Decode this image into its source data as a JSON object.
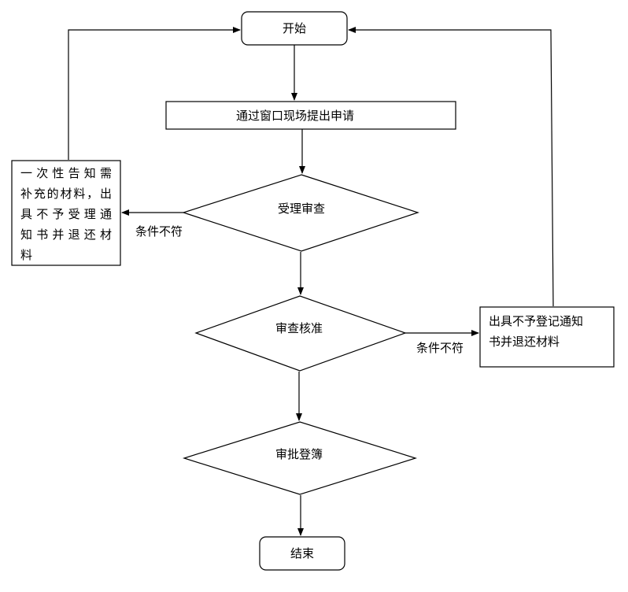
{
  "nodes": {
    "start": "开始",
    "apply": "通过窗口现场提出申请",
    "accept_review": "受理审查",
    "review_approve": "审查核准",
    "approve_register": "审批登簿",
    "end": "结束",
    "inform_supplement_lines": [
      "一次性告知需",
      "补充的材料，出",
      "具不予受理通",
      "知书并退还材",
      "料"
    ],
    "reject_notice_lines": [
      "出具不予登记通知",
      "书并退还材料"
    ]
  },
  "edge_labels": {
    "accept_fail": "条件不符",
    "review_fail": "条件不符"
  },
  "colors": {
    "stroke": "#000000",
    "background": "#ffffff"
  }
}
